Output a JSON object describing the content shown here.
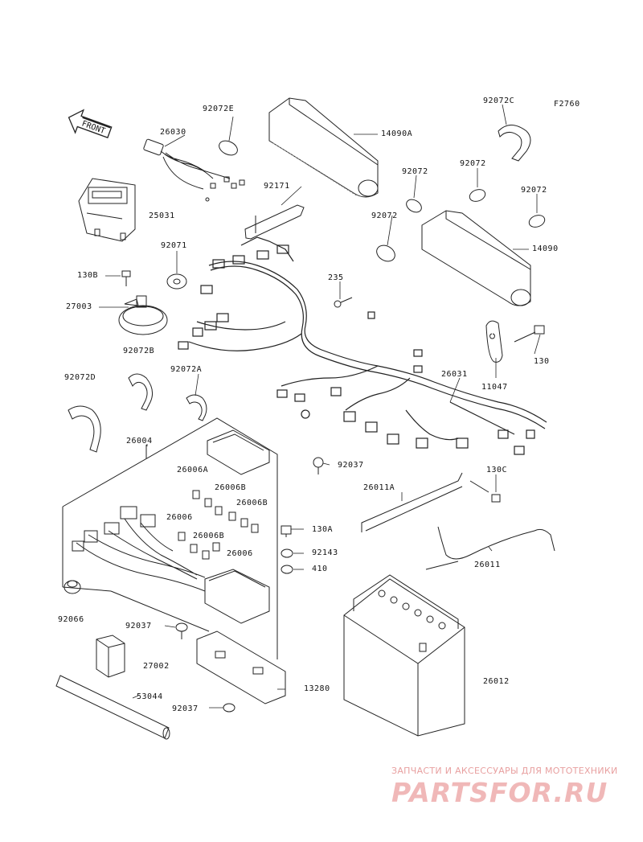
{
  "diagram": {
    "figure_code": "F2760",
    "front_label": "FRONT",
    "parts": [
      {
        "id": "p_92072E",
        "label": "92072E"
      },
      {
        "id": "p_26030",
        "label": "26030"
      },
      {
        "id": "p_14090A",
        "label": "14090A"
      },
      {
        "id": "p_92072C",
        "label": "92072C"
      },
      {
        "id": "p_25031",
        "label": "25031"
      },
      {
        "id": "p_92171",
        "label": "92171"
      },
      {
        "id": "p_92072_1",
        "label": "92072"
      },
      {
        "id": "p_92072_2",
        "label": "92072"
      },
      {
        "id": "p_92072_3",
        "label": "92072"
      },
      {
        "id": "p_92072_4",
        "label": "92072"
      },
      {
        "id": "p_14090",
        "label": "14090"
      },
      {
        "id": "p_92071",
        "label": "92071"
      },
      {
        "id": "p_130B",
        "label": "130B"
      },
      {
        "id": "p_235",
        "label": "235"
      },
      {
        "id": "p_27003",
        "label": "27003"
      },
      {
        "id": "p_130",
        "label": "130"
      },
      {
        "id": "p_92072B",
        "label": "92072B"
      },
      {
        "id": "p_11047",
        "label": "11047"
      },
      {
        "id": "p_92072D",
        "label": "92072D"
      },
      {
        "id": "p_92072A",
        "label": "92072A"
      },
      {
        "id": "p_26031",
        "label": "26031"
      },
      {
        "id": "p_26004",
        "label": "26004"
      },
      {
        "id": "p_26006A",
        "label": "26006A"
      },
      {
        "id": "p_92037_1",
        "label": "92037"
      },
      {
        "id": "p_130C",
        "label": "130C"
      },
      {
        "id": "p_26006B_1",
        "label": "26006B"
      },
      {
        "id": "p_26011A",
        "label": "26011A"
      },
      {
        "id": "p_26006B_2",
        "label": "26006B"
      },
      {
        "id": "p_26006_1",
        "label": "26006"
      },
      {
        "id": "p_130A",
        "label": "130A"
      },
      {
        "id": "p_26006B_3",
        "label": "26006B"
      },
      {
        "id": "p_26006_2",
        "label": "26006"
      },
      {
        "id": "p_92143",
        "label": "92143"
      },
      {
        "id": "p_26011",
        "label": "26011"
      },
      {
        "id": "p_410",
        "label": "410"
      },
      {
        "id": "p_92066",
        "label": "92066"
      },
      {
        "id": "p_92037_2",
        "label": "92037"
      },
      {
        "id": "p_27002",
        "label": "27002"
      },
      {
        "id": "p_26012",
        "label": "26012"
      },
      {
        "id": "p_13280",
        "label": "13280"
      },
      {
        "id": "p_53044",
        "label": "53044"
      },
      {
        "id": "p_92037_3",
        "label": "92037"
      }
    ]
  },
  "watermark": {
    "tagline": "ЗАПЧАСТИ И АКСЕССУАРЫ ДЛЯ МОТОТЕХНИКИ",
    "logo": "PARTSFOR.RU"
  }
}
